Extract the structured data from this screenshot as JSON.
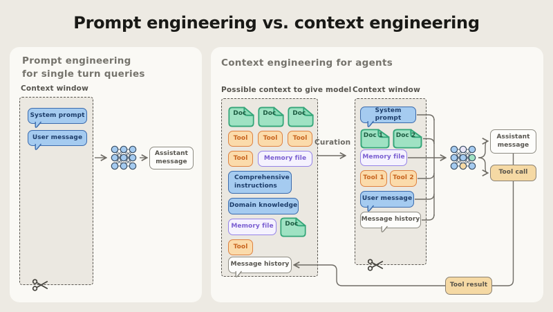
{
  "title": "Prompt engineering vs. context engineering",
  "left_panel": {
    "heading_line1": "Prompt engineering",
    "heading_line2": "for single turn queries",
    "context_window_label": "Context window",
    "chips": {
      "system_prompt": "System prompt",
      "user_message": "User message"
    },
    "assistant_message": "Assistant message"
  },
  "right_panel": {
    "heading": "Context engineering for agents",
    "possible_context_label": "Possible context to give model",
    "curation_label": "Curation",
    "context_window_label": "Context window",
    "possible_context": {
      "docs": [
        "Doc",
        "Doc",
        "Doc"
      ],
      "tools": [
        "Tool",
        "Tool",
        "Tool"
      ],
      "tool_single": "Tool",
      "memory_file": "Memory file",
      "comprehensive_instructions": "Comprehensive instructions",
      "domain_knowledge": "Domain knowledge",
      "memory_file_2": "Memory file",
      "doc_single": "Doc",
      "tool_last": "Tool",
      "message_history": "Message history"
    },
    "context_window": {
      "system_prompt": "System prompt",
      "doc_1": "Doc 1",
      "doc_2": "Doc 2",
      "memory_file": "Memory file",
      "tool_1": "Tool 1",
      "tool_2": "Tool 2",
      "user_message": "User message",
      "message_history": "Message history"
    },
    "outputs": {
      "assistant_message": "Assistant message",
      "tool_call": "Tool call",
      "tool_result": "Tool result"
    }
  },
  "colors": {
    "page_bg": "#EDEAE3",
    "card_bg": "#FAF9F5",
    "window_fill": "#EBE8E1",
    "blue_fill": "#A5CBF0",
    "blue_border": "#3A6AAC",
    "green_fill": "#9FE2C3",
    "green_border": "#33A578",
    "orange_fill": "#FBDBAB",
    "orange_border": "#DE8140",
    "purple_fill": "#F5F2FE",
    "purple_border": "#9583E8",
    "tan_fill": "#F5D9A4",
    "line": "#6E6B64"
  }
}
